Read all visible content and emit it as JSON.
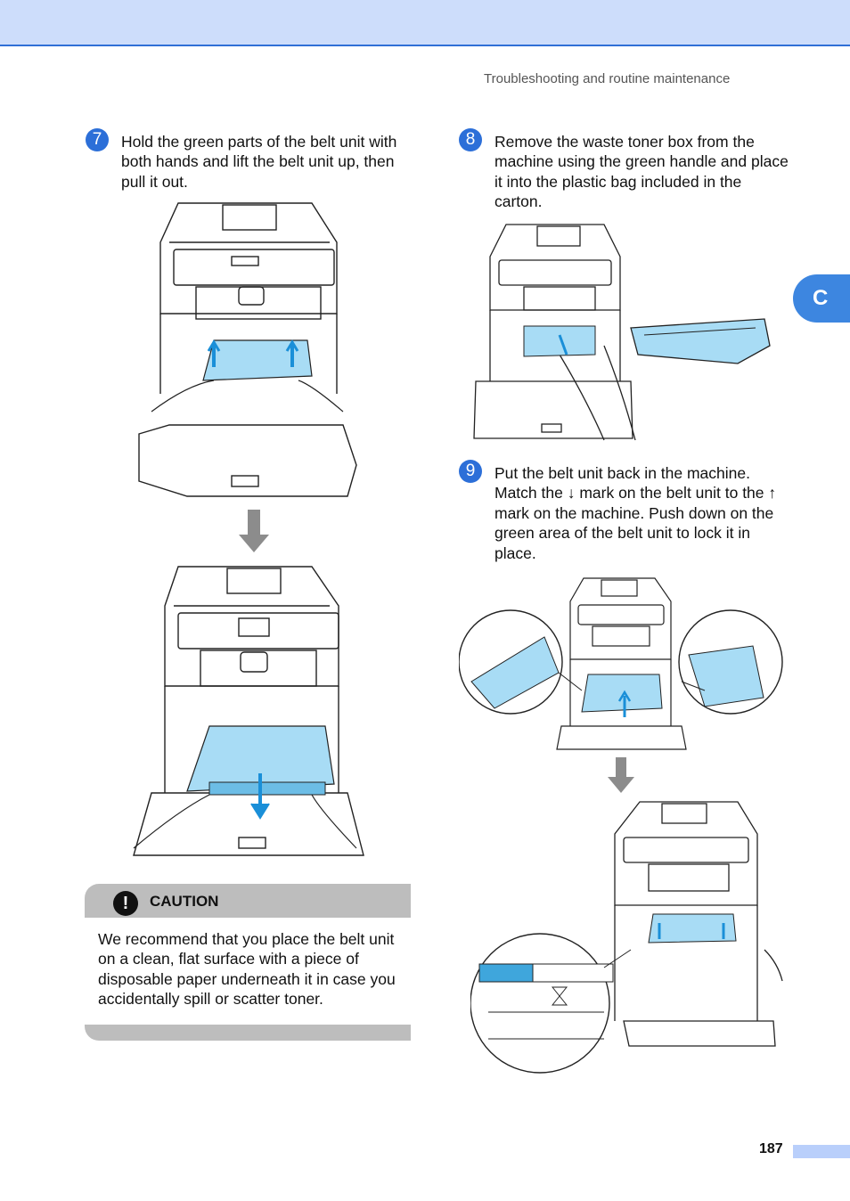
{
  "header": {
    "running_title": "Troubleshooting and routine maintenance"
  },
  "chapter_tab": {
    "letter": "C"
  },
  "steps": [
    {
      "number": "7",
      "text": "Hold the green parts of the belt unit with both hands and lift the belt unit up, then pull it out."
    },
    {
      "number": "8",
      "text": "Remove the waste toner box from the machine using the green handle and place it into the plastic bag included in the carton."
    },
    {
      "number": "9",
      "text": "Put the belt unit back in the machine. Match the ↓ mark on the belt unit to the ↑ mark on the machine. Push down on the green area of the belt unit to lock it in place."
    }
  ],
  "caution": {
    "label": "CAUTION",
    "icon_glyph": "!",
    "text": "We recommend that you place the belt unit on a clean, flat surface with a piece of disposable paper underneath it in case you accidentally spill or scatter toner."
  },
  "footer": {
    "page_number": "187"
  },
  "colors": {
    "accent_blue": "#2c6fd8",
    "belt_blue": "#a8dcf5",
    "band_blue": "#cdddfb",
    "caution_gray": "#bdbdbd"
  }
}
